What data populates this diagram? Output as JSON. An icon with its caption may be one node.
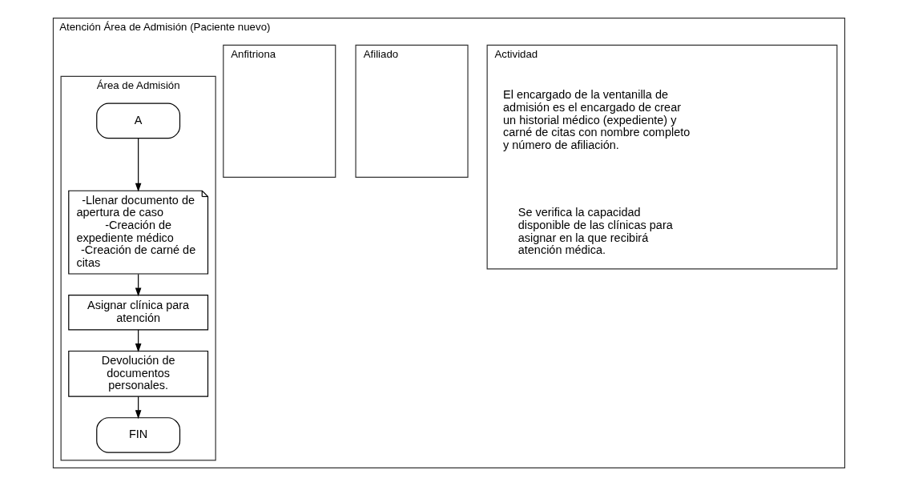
{
  "diagram": {
    "nodes": [
      {
        "text": [
          "Atención Área de Admisión (Paciente nuevo)"
        ]
      },
      {
        "text": [
          "Actividad"
        ],
        "in": 0
      },
      {
        "text": [
          "Afiliado"
        ],
        "in": 0
      },
      {
        "text": [
          "Anfitriona"
        ],
        "in": 0
      },
      {
        "text": [
          "Área de Admisión"
        ],
        "in": 0
      },
      {
        "text": [
          "A"
        ],
        "in": 4
      },
      {
        "text": [
          "-Llenar documento de apertura de caso",
          "-Creación de expediente médico",
          "-Creación de carné de citas"
        ],
        "in": 4
      },
      {
        "text": [
          "Asignar clínica para atención"
        ],
        "in": 4
      },
      {
        "text": [
          "Devolución de documentos personales."
        ],
        "in": 4
      },
      {
        "text": [
          "FIN"
        ],
        "in": 4
      }
    ],
    "edges": [
      {
        "from": 5,
        "to": 6,
        "arrow": "to"
      },
      {
        "from": 6,
        "to": 7,
        "arrow": "to"
      },
      {
        "from": 7,
        "to": 8,
        "arrow": "to"
      },
      {
        "from": 8,
        "to": 9,
        "arrow": "to"
      }
    ],
    "labels": [
      "El encargado de la ventanilla de admisión es el encargado de crear un historial médico (expediente) y carné de citas con nombre completo y número de afiliación.",
      "Se verifica la capacidad disponible de las clínicas para asignar en la que recibirá atención médica."
    ]
  }
}
